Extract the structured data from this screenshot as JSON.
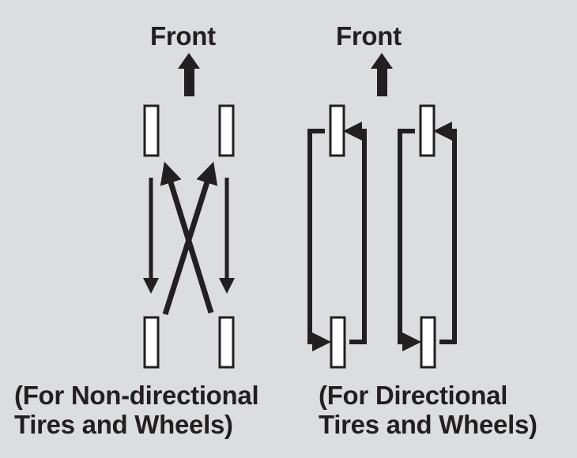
{
  "diagram": {
    "left": {
      "front_label": "Front",
      "caption_line1": "(For Non-directional",
      "caption_line2": "Tires and Wheels)"
    },
    "right": {
      "front_label": "Front",
      "caption_line1": "(For Directional",
      "caption_line2": "Tires and Wheels)"
    }
  },
  "colors": {
    "background": "#dcdddf",
    "ink": "#231f20",
    "tire_fill": "#ffffff"
  }
}
